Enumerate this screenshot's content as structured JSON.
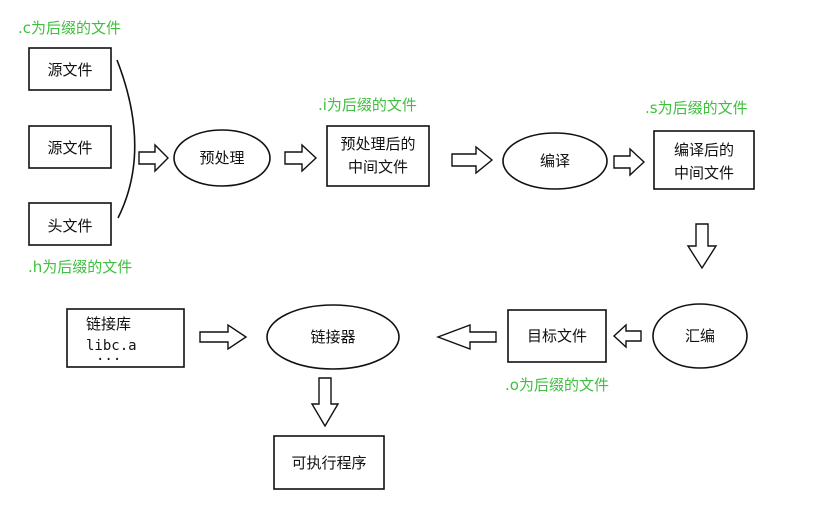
{
  "colors": {
    "note": "#3fbf3f",
    "stroke": "#111111"
  },
  "notes": {
    "c": ".c为后缀的文件",
    "h": ".h为后缀的文件",
    "i": ".i为后缀的文件",
    "s": ".s为后缀的文件",
    "o": ".o为后缀的文件"
  },
  "nodes": {
    "source1": "源文件",
    "source2": "源文件",
    "header": "头文件",
    "preprocess": "预处理",
    "preprocessed_line1": "预处理后的",
    "preprocessed_line2": "中间文件",
    "compile": "编译",
    "compiled_line1": "编译后的",
    "compiled_line2": "中间文件",
    "assemble": "汇编",
    "object_file": "目标文件",
    "linker": "链接器",
    "lib_title": "链接库",
    "lib_item": "libc.a",
    "lib_more": "···",
    "executable": "可执行程序"
  }
}
